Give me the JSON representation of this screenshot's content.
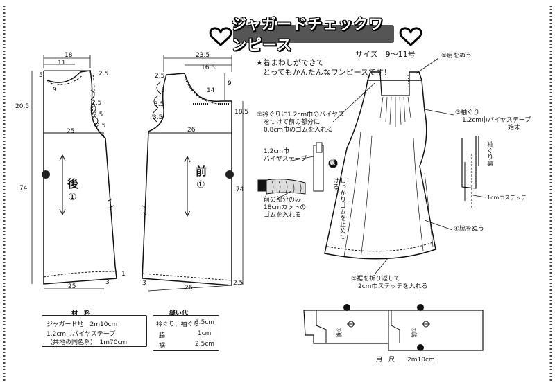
{
  "title": "ジャガードチェックワンピース",
  "size_label": "サイズ　9〜11号",
  "tagline": [
    "★着まわしができて",
    "とってもかんたんなワンピースです！"
  ],
  "back_piece": {
    "label_top": "後",
    "label_num": "①",
    "dims": {
      "top_width": "18",
      "neck_width": "11",
      "neck_depth": "5",
      "shoulder": "2.5",
      "neck_drop": "9",
      "length_to_armhole": "20.5",
      "arm1": "2.5",
      "arm2": "2.5",
      "arm3": "2.5",
      "chest": "25",
      "total_length": "74",
      "hem": "25",
      "hem_ext": "3",
      "hem_note": "1"
    }
  },
  "front_piece": {
    "label_top": "前",
    "label_num": "①",
    "dims": {
      "top_width": "23.5",
      "neck_width": "16.5",
      "shoulder": "2.5",
      "neck_drop": "9",
      "neck_curve": "14",
      "arm1": "3",
      "arm2": "3.5",
      "arm3": "3.5",
      "armhole_length": "18.5",
      "chest": "26",
      "total_length": "74",
      "hem": "26",
      "hem_ext": "3",
      "hem_rise": "2.5"
    }
  },
  "steps": {
    "step1": "①肩をぬう",
    "step2": [
      "②衿ぐりに1.2cm巾のバイヤス",
      "をつけて前の部分に",
      "0.8cm巾のゴムを入れる"
    ],
    "step3": [
      "③袖ぐり",
      "1.2cm巾バイヤステープ",
      "始末"
    ],
    "step4": "④脇をぬう",
    "step5": [
      "⑤裾を折り返して",
      "2cm巾ステッチを入れる"
    ]
  },
  "detail_neck": {
    "bias": [
      "1.2cm巾",
      "バイヤステープ"
    ],
    "ura": "裏",
    "gather": "しっかりゴムを止めつける",
    "elastic": [
      "前の部分のみ",
      "18cmカットの",
      "ゴムを入れる"
    ]
  },
  "detail_arm": {
    "sode_ura": "袖ぐり裏",
    "stitch": "1cm巾ステッチ"
  },
  "materials": {
    "title": "材　料",
    "items": [
      "ジャガード地　2m10cm",
      "1.2cm巾バイヤステープ",
      "（共地の同色系）　1m70cm"
    ]
  },
  "seam": {
    "title": "縫い代",
    "rows": [
      {
        "label": "衿ぐり、袖ぐり",
        "value": "0.5cm"
      },
      {
        "label": "脇",
        "value": "1cm"
      },
      {
        "label": "裾",
        "value": "2.5cm"
      }
    ]
  },
  "layout_labels": {
    "fabric_label_left": "後①",
    "fabric_label_right": "前①",
    "ruler": "用　尺　　2m10cm"
  }
}
